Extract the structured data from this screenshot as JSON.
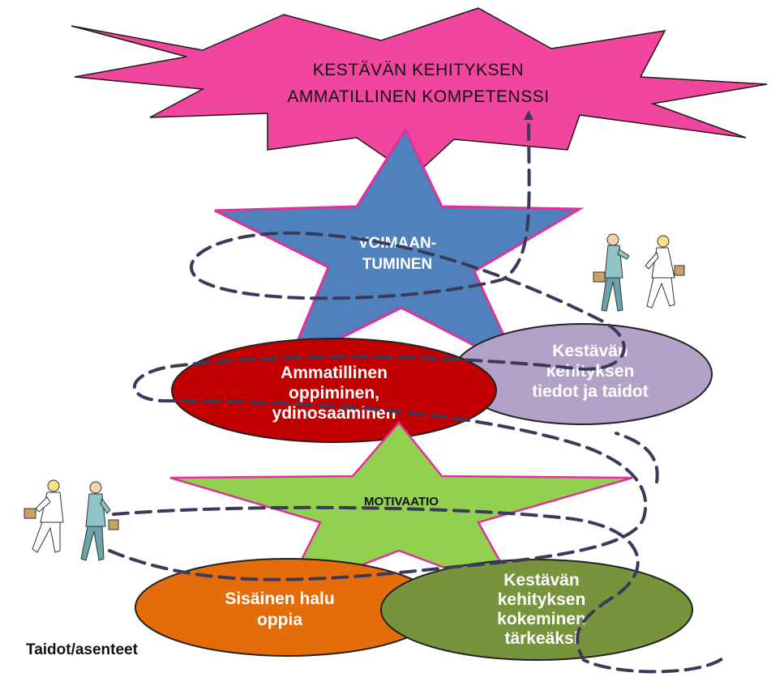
{
  "burst": {
    "line1": "KESTÄVÄN KEHITYKSEN",
    "line2": "AMMATILLINEN KOMPETENSSI",
    "fill": "#f0469e"
  },
  "star_top": {
    "line1": "VOIMAAN-",
    "line2": "TUMINEN",
    "fill": "#4f81bd"
  },
  "star_mid": {
    "label": "MOTIVAATIO",
    "fill": "#92d050"
  },
  "oval_red": {
    "line1": "Ammatillinen",
    "line2": "oppiminen,",
    "line3": "ydinosaaminen",
    "fill": "#c00000"
  },
  "oval_lilac": {
    "line1": "Kestävän",
    "line2": "kehityksen",
    "line3": "tiedot ja taidot",
    "fill": "#b3a2c7"
  },
  "oval_orange": {
    "line1": "Sisäinen halu",
    "line2": "oppia",
    "fill": "#e46c0a"
  },
  "oval_green": {
    "line1": "Kestävän",
    "line2": "kehityksen",
    "line3": "kokeminen",
    "line4": "tärkeäksi",
    "fill": "#77933c"
  },
  "footer": {
    "label": "Taidot/asenteet"
  },
  "colors": {
    "outline": "#e0309a",
    "dash": "#3c3a5a",
    "ellipse_stroke": "#222222"
  }
}
